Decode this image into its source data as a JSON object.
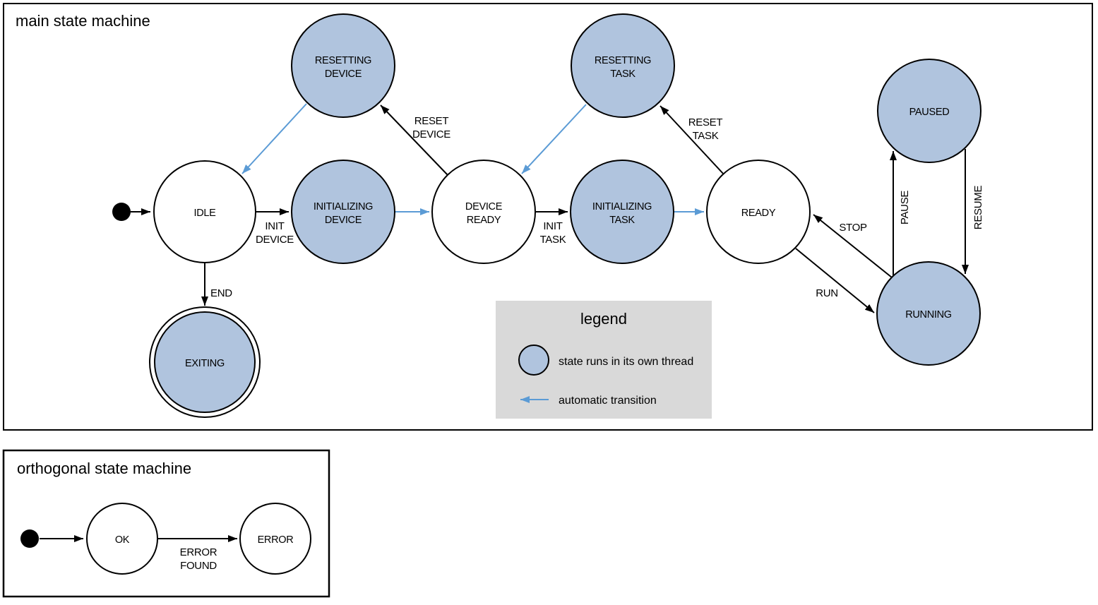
{
  "main_machine": {
    "title": "main state machine",
    "states": [
      {
        "id": "idle",
        "label": [
          "IDLE"
        ],
        "threaded": false,
        "final": false
      },
      {
        "id": "resetting-device",
        "label": [
          "RESETTING",
          "DEVICE"
        ],
        "threaded": true,
        "final": false
      },
      {
        "id": "initializing-device",
        "label": [
          "INITIALIZING",
          "DEVICE"
        ],
        "threaded": true,
        "final": false
      },
      {
        "id": "device-ready",
        "label": [
          "DEVICE",
          "READY"
        ],
        "threaded": false,
        "final": false
      },
      {
        "id": "resetting-task",
        "label": [
          "RESETTING",
          "TASK"
        ],
        "threaded": true,
        "final": false
      },
      {
        "id": "initializing-task",
        "label": [
          "INITIALIZING",
          "TASK"
        ],
        "threaded": true,
        "final": false
      },
      {
        "id": "ready",
        "label": [
          "READY"
        ],
        "threaded": false,
        "final": false
      },
      {
        "id": "paused",
        "label": [
          "PAUSED"
        ],
        "threaded": true,
        "final": false
      },
      {
        "id": "running",
        "label": [
          "RUNNING"
        ],
        "threaded": true,
        "final": false
      },
      {
        "id": "exiting",
        "label": [
          "EXITING"
        ],
        "threaded": true,
        "final": true
      }
    ],
    "transition_labels": {
      "init_device": [
        "INIT",
        "DEVICE"
      ],
      "reset_device": [
        "RESET",
        "DEVICE"
      ],
      "init_task": [
        "INIT",
        "TASK"
      ],
      "reset_task": [
        "RESET",
        "TASK"
      ],
      "stop": [
        "STOP"
      ],
      "run": [
        "RUN"
      ],
      "pause": [
        "PAUSE"
      ],
      "resume": [
        "RESUME"
      ],
      "end": [
        "END"
      ]
    }
  },
  "legend": {
    "title": "legend",
    "items": [
      {
        "symbol": "threaded-state-circle",
        "label": "state runs in its own thread"
      },
      {
        "symbol": "automatic-transition-arrow",
        "label": "automatic transition"
      }
    ]
  },
  "orthogonal_machine": {
    "title": "orthogonal state machine",
    "states": [
      {
        "id": "ok",
        "label": [
          "OK"
        ]
      },
      {
        "id": "error",
        "label": [
          "ERROR"
        ]
      }
    ],
    "transition_labels": {
      "error_found": [
        "ERROR",
        "FOUND"
      ]
    }
  },
  "colors": {
    "threaded_state_fill": "#b0c4de",
    "state_stroke": "#000000",
    "transition_arrow": "#000000",
    "automatic_transition_arrow": "#5b9bd5",
    "legend_background": "#d9d9d9",
    "canvas_background": "#ffffff"
  }
}
